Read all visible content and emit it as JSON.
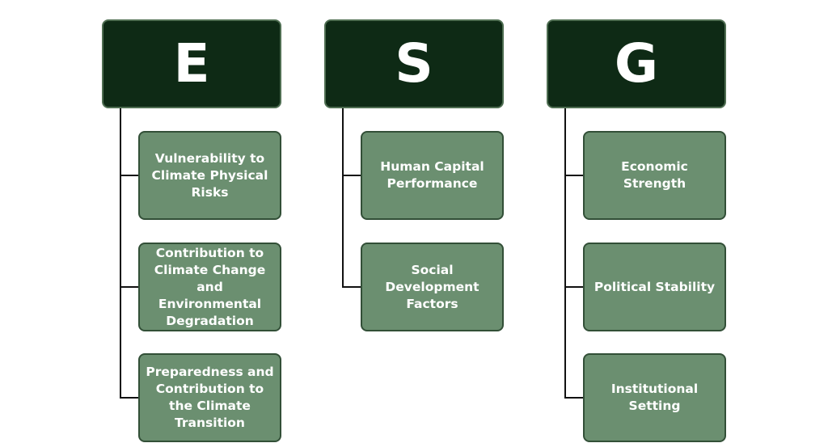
{
  "columns": [
    {
      "letter": "E",
      "items": [
        "Vulnerability to Climate Physical Risks",
        "Contribution to Climate Change and Environmental Degradation",
        "Preparedness and Contribution to the Climate Transition"
      ]
    },
    {
      "letter": "S",
      "items": [
        "Human Capital Performance",
        "Social Development Factors"
      ]
    },
    {
      "letter": "G",
      "items": [
        "Economic Strength",
        "Political Stability",
        "Institutional Setting"
      ]
    }
  ],
  "colors": {
    "header_bg": "#0e2a15",
    "box_bg": "#6b8f70",
    "connector": "#111111"
  }
}
